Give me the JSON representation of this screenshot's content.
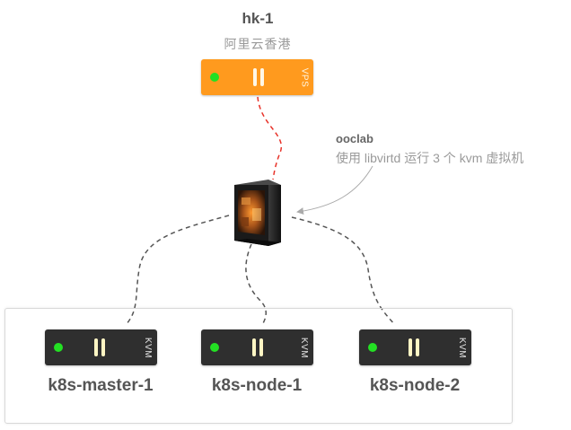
{
  "hk": {
    "title": "hk-1",
    "subtitle": "阿里云香港",
    "tag": "VPS"
  },
  "host": {
    "name": "ooclab",
    "description": "使用 libvirtd 运行 3 个 kvm 虚拟机"
  },
  "nodes": [
    {
      "label": "k8s-master-1",
      "tag": "KVM"
    },
    {
      "label": "k8s-node-1",
      "tag": "KVM"
    },
    {
      "label": "k8s-node-2",
      "tag": "KVM"
    }
  ],
  "colors": {
    "vps": "#ff9a1e",
    "kvm": "#2f2f2f",
    "led": "#23e023",
    "vps_link": "#e8332a",
    "kvm_link": "#555555",
    "annotation_arrow": "#aaaaaa"
  },
  "icons": {
    "host": "pc-tower-icon"
  }
}
